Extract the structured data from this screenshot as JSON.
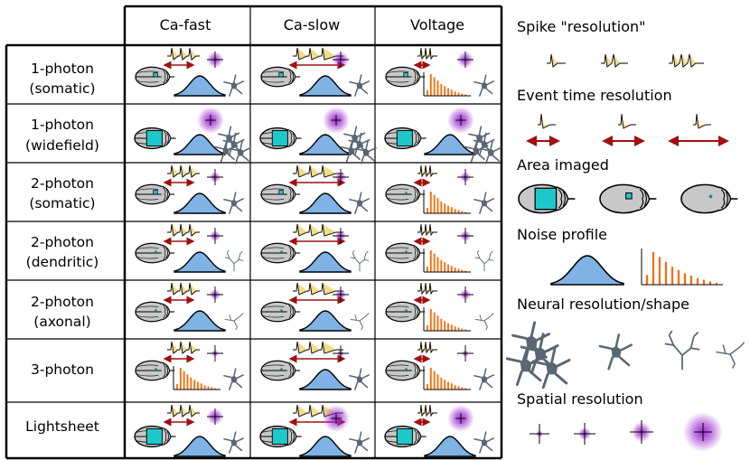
{
  "columns": [
    "Ca-fast",
    "Ca-slow",
    "Voltage"
  ],
  "rows": [
    {
      "line1": "1-photon",
      "line2": "(somatic)",
      "cells": [
        {
          "spikes": "fast",
          "event": "long",
          "area": "small",
          "noise": "gaussian",
          "neuron": "soma",
          "spatial": "medium"
        },
        {
          "spikes": "slow",
          "event": "xlong",
          "area": "small",
          "noise": "gaussian",
          "neuron": "soma",
          "spatial": "medium"
        },
        {
          "spikes": "voltage",
          "event": "short",
          "area": "small",
          "noise": "poisson",
          "neuron": "soma",
          "spatial": "medium"
        }
      ]
    },
    {
      "line1": "1-photon",
      "line2": "(widefield)",
      "cells": [
        {
          "spikes": "none",
          "event": "none",
          "area": "large",
          "noise": "gaussian",
          "neuron": "cluster",
          "spatial": "large"
        },
        {
          "spikes": "none",
          "event": "none",
          "area": "large",
          "noise": "gaussian",
          "neuron": "cluster",
          "spatial": "large"
        },
        {
          "spikes": "none",
          "event": "none",
          "area": "large",
          "noise": "gaussian",
          "neuron": "cluster",
          "spatial": "large"
        }
      ]
    },
    {
      "line1": "2-photon",
      "line2": "(somatic)",
      "cells": [
        {
          "spikes": "fast",
          "event": "long",
          "area": "small",
          "noise": "gaussian",
          "neuron": "soma",
          "spatial": "small"
        },
        {
          "spikes": "slow",
          "event": "xlong",
          "area": "small",
          "noise": "gaussian",
          "neuron": "soma",
          "spatial": "small"
        },
        {
          "spikes": "voltage",
          "event": "short",
          "area": "tiny",
          "noise": "poisson",
          "neuron": "soma",
          "spatial": "small"
        }
      ]
    },
    {
      "line1": "2-photon",
      "line2": "(dendritic)",
      "cells": [
        {
          "spikes": "fast",
          "event": "long",
          "area": "tiny",
          "noise": "gaussian",
          "neuron": "dendrite",
          "spatial": "small"
        },
        {
          "spikes": "slow",
          "event": "xlong",
          "area": "tiny",
          "noise": "gaussian",
          "neuron": "dendrite",
          "spatial": "small"
        },
        {
          "spikes": "voltage",
          "event": "short",
          "area": "tiny",
          "noise": "poisson",
          "neuron": "dendrite",
          "spatial": "small"
        }
      ]
    },
    {
      "line1": "2-photon",
      "line2": "(axonal)",
      "cells": [
        {
          "spikes": "fast",
          "event": "long",
          "area": "tiny",
          "noise": "gaussian",
          "neuron": "axon",
          "spatial": "small"
        },
        {
          "spikes": "slow",
          "event": "xlong",
          "area": "tiny",
          "noise": "gaussian",
          "neuron": "axon",
          "spatial": "small"
        },
        {
          "spikes": "voltage",
          "event": "short",
          "area": "tiny",
          "noise": "poisson",
          "neuron": "axon",
          "spatial": "small"
        }
      ]
    },
    {
      "line1": "3-photon",
      "line2": "",
      "cells": [
        {
          "spikes": "fast",
          "event": "long",
          "area": "tiny",
          "noise": "poisson",
          "neuron": "soma",
          "spatial": "tiny"
        },
        {
          "spikes": "slow",
          "event": "xlong",
          "area": "tiny",
          "noise": "gaussian",
          "neuron": "soma",
          "spatial": "tiny"
        },
        {
          "spikes": "voltage",
          "event": "short",
          "area": "tiny",
          "noise": "poisson",
          "neuron": "soma",
          "spatial": "tiny"
        }
      ]
    },
    {
      "line1": "Lightsheet",
      "line2": "",
      "cells": [
        {
          "spikes": "fast",
          "event": "long",
          "area": "large",
          "noise": "gaussian",
          "neuron": "soma",
          "spatial": "medium"
        },
        {
          "spikes": "slow",
          "event": "xlong",
          "area": "large",
          "noise": "gaussian",
          "neuron": "soma",
          "spatial": "large"
        },
        {
          "spikes": "voltage",
          "event": "short",
          "area": "large",
          "noise": "gaussian",
          "neuron": "soma",
          "spatial": "large"
        }
      ]
    }
  ],
  "legend": {
    "spike_title": "Spike \"resolution\"",
    "event_title": "Event time resolution",
    "area_title": "Area imaged",
    "noise_title": "Noise profile",
    "neural_title": "Neural resolution/shape",
    "spatial_title": "Spatial resolution"
  },
  "colors": {
    "blue_fill": "#7fb3e6",
    "orange_bars": "#ff6a00",
    "red_arrow": "#a01010",
    "teal_square": "#1ec8c8",
    "brain_gray": "#c8c8c8",
    "purple_glow": "#9b2bd0",
    "neuron_gray": "#5a6673",
    "spike_fill": "#f3dd86"
  }
}
